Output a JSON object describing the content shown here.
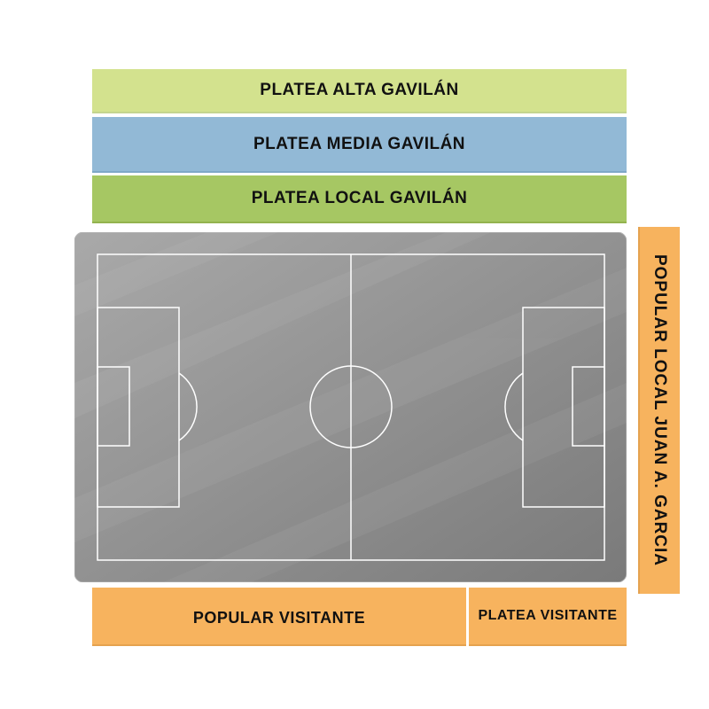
{
  "colors": {
    "platea_alta": "#d3e28e",
    "platea_media": "#92b9d6",
    "platea_local": "#a6c763",
    "popular": "#f7b35e",
    "pitch_light": "#a9a9a9",
    "pitch_dark": "#7a7a7a",
    "pitch_lines": "#ffffff"
  },
  "sections": {
    "platea_alta": "PLATEA ALTA GAVILÁN",
    "platea_media": "PLATEA MEDIA GAVILÁN",
    "platea_local": "PLATEA LOCAL GAVILÁN",
    "popular_local": "POPULAR LOCAL JUAN A. GARCIA",
    "popular_visitante": "POPULAR VISITANTE",
    "platea_visitante": "PLATEA VISITANTE"
  }
}
